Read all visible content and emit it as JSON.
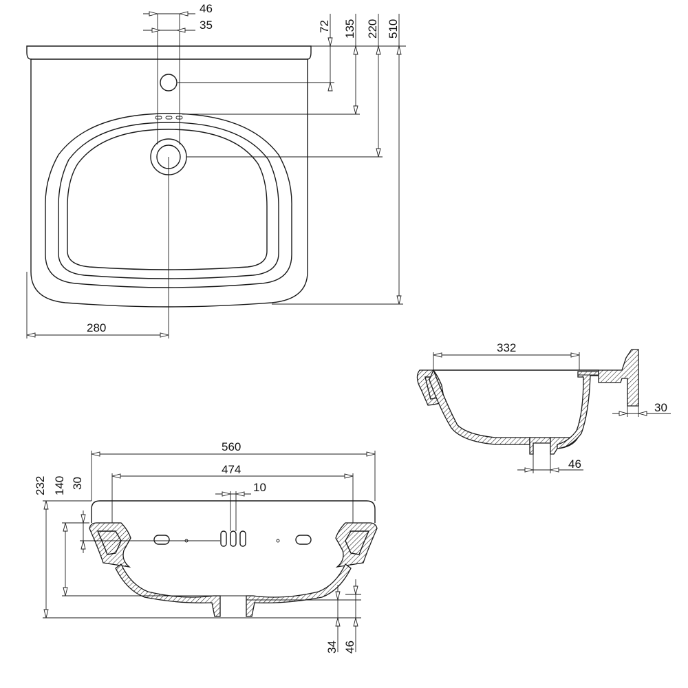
{
  "colors": {
    "line": "#1a1a1a",
    "background": "#ffffff"
  },
  "top_view": {
    "dim_46": "46",
    "dim_35": "35",
    "dim_72": "72",
    "dim_135": "135",
    "dim_220": "220",
    "dim_510": "510",
    "dim_280": "280"
  },
  "front_view": {
    "dim_560": "560",
    "dim_474": "474",
    "dim_10": "10",
    "dim_232": "232",
    "dim_140": "140",
    "dim_30": "30",
    "dim_34": "34",
    "dim_46": "46"
  },
  "side_view": {
    "dim_332": "332",
    "dim_30": "30",
    "dim_46": "46"
  }
}
